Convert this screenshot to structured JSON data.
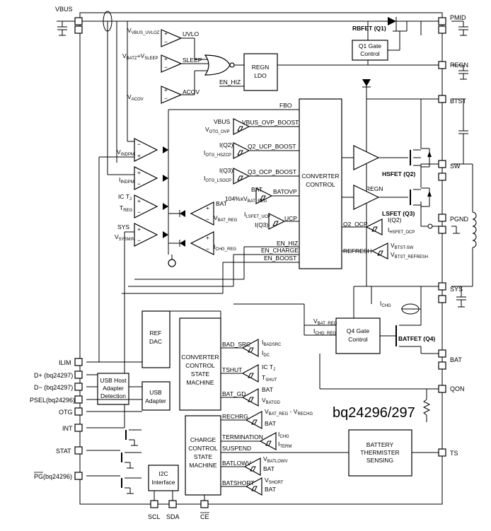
{
  "part_number": "bq24296/297",
  "pins": {
    "left": [
      "VBUS",
      "ILIM",
      "D+ (bq24297)",
      "D− (bq24297)",
      "PSEL(bq24296)",
      "OTG",
      "INT",
      "STAT",
      "PG(bq24296)"
    ],
    "right": [
      "PMID",
      "REGN",
      "BTST",
      "SW",
      "PGND",
      "SYS",
      "BAT",
      "QON",
      "TS"
    ],
    "bottom": [
      "SCL",
      "SDA",
      "CE"
    ]
  },
  "blocks": {
    "regn_ldo": "REGN\nLDO",
    "converter_control": "CONVERTER\nCONTROL",
    "ref_dac": "REF\nDAC",
    "converter_state_machine": "CONVERTER\nCONTROL\nSTATE\nMACHINE",
    "usb_host_detection": "USB Host\nAdapter\nDetection",
    "usb_adapter": "USB\nAdapter",
    "charge_state_machine": "CHARGE\nCONTROL\nSTATE\nMACHINE",
    "i2c": "I2C\nInterface",
    "battery_thermistor": "BATTERY\nTHERMISTER\nSENSING",
    "q1_gate": "Q1 Gate\nControl",
    "q4_gate": "Q4 Gate\nControl"
  },
  "fets": {
    "q1": "RBFET (Q1)",
    "q2": "HSFET (Q2)",
    "q3": "LSFET (Q3)",
    "q4": "BATFET (Q4)"
  },
  "comparators": {
    "uvlo": "UVLO",
    "sleep": "SLEEP",
    "acov": "ACOV",
    "vbus_ovp": "VBUS_OVP_BOOST",
    "q2_ucp": "Q2_UCP_BOOST",
    "q3_ocp": "Q3_OCP_BOOST",
    "batovp": "BATOVP",
    "ucp": "UCP",
    "q2_ocp": "Q2_OCP",
    "refresh": "REFRESH"
  },
  "signals": {
    "vbus_uvloz": "V",
    "vbus_uvloz_sub": "VBUS_UVLOZ",
    "vbatz_vsleep": "V",
    "vbatz_sub": "BATZ",
    "vsleep": "+V",
    "vsleep_sub": "SLEEP",
    "vacov": "V",
    "vacov_sub": "ACOV",
    "en_hiz": "EN_HIZ",
    "fbo": "FBO",
    "vbus": "VBUS",
    "votg_ovp": "V",
    "votg_ovp_sub": "OTG_OVP",
    "iq2": "I(Q2)",
    "iotg_hszcp": "I",
    "iotg_hszcp_sub": "OTG_HSZCP",
    "iq3": "I(Q3)",
    "iotg_lsocp": "I",
    "iotg_lsocp_sub": "OTG_LSOCP",
    "bat": "BAT",
    "vbat_reg_104": "104%xV",
    "vbat_reg_sub": "BAT_REG",
    "isfet_ucp": "I",
    "isfet_ucp_sub": "LSFET_UCP",
    "iq2_b": "I(Q2)",
    "ihsfet_ocp": "I",
    "ihsfet_ocp_sub": "HSFET_OCP",
    "vbtst_sw": "V",
    "vbtst_sw_sub": "BTST-SW",
    "vbtst_refresh": "V",
    "vbtst_refresh_sub": "BTST_REFRESH",
    "en_charge": "EN_CHARGE",
    "en_boost": "EN_BOOST",
    "vindpm": "V",
    "vindpm_sub": "INDPM",
    "iindpm": "I",
    "iindpm_sub": "INDPM",
    "ict": "IC T",
    "ict_sub": "J",
    "treg": "T",
    "treg_sub": "REG",
    "sys": "SYS",
    "vsysmin": "V",
    "vsysmin_sub": "SYSMIN",
    "vbat_reg2": "V",
    "vbat_reg2_sub": "BAT_REG",
    "ichg_reg": "I",
    "ichg_reg_sub": "CHG_REG",
    "regn": "REGN",
    "ichg": "I",
    "ichg_sub": "CHG",
    "bad_src": "BAD_SRC",
    "ibadsrc": "I",
    "ibadsrc_sub": "BADSRC",
    "idc": "I",
    "idc_sub": "DC",
    "tshut": "TSHUT",
    "tshut_ref": "T",
    "tshut_ref_sub": "SHUT",
    "bat_gd": "BAT_GD",
    "vbatgd": "V",
    "vbatgd_sub": "BATGD",
    "rechrg": "RECHRG",
    "vbat_reg_rechg": "V",
    "vbat_reg_rechg_sub": "BAT_REG",
    "vrechg": " - V",
    "vrechg_sub": "RECHG",
    "termination": "TERMINATION",
    "iterm": "I",
    "iterm_sub": "TERM",
    "suspend": "SUSPEND",
    "batlowv": "BATLOWV",
    "vbatlowv": "V",
    "vbatlowv_sub": "BATLOWV",
    "batshort": "BATSHORT",
    "vshort": "V",
    "vshort_sub": "SHORT"
  }
}
